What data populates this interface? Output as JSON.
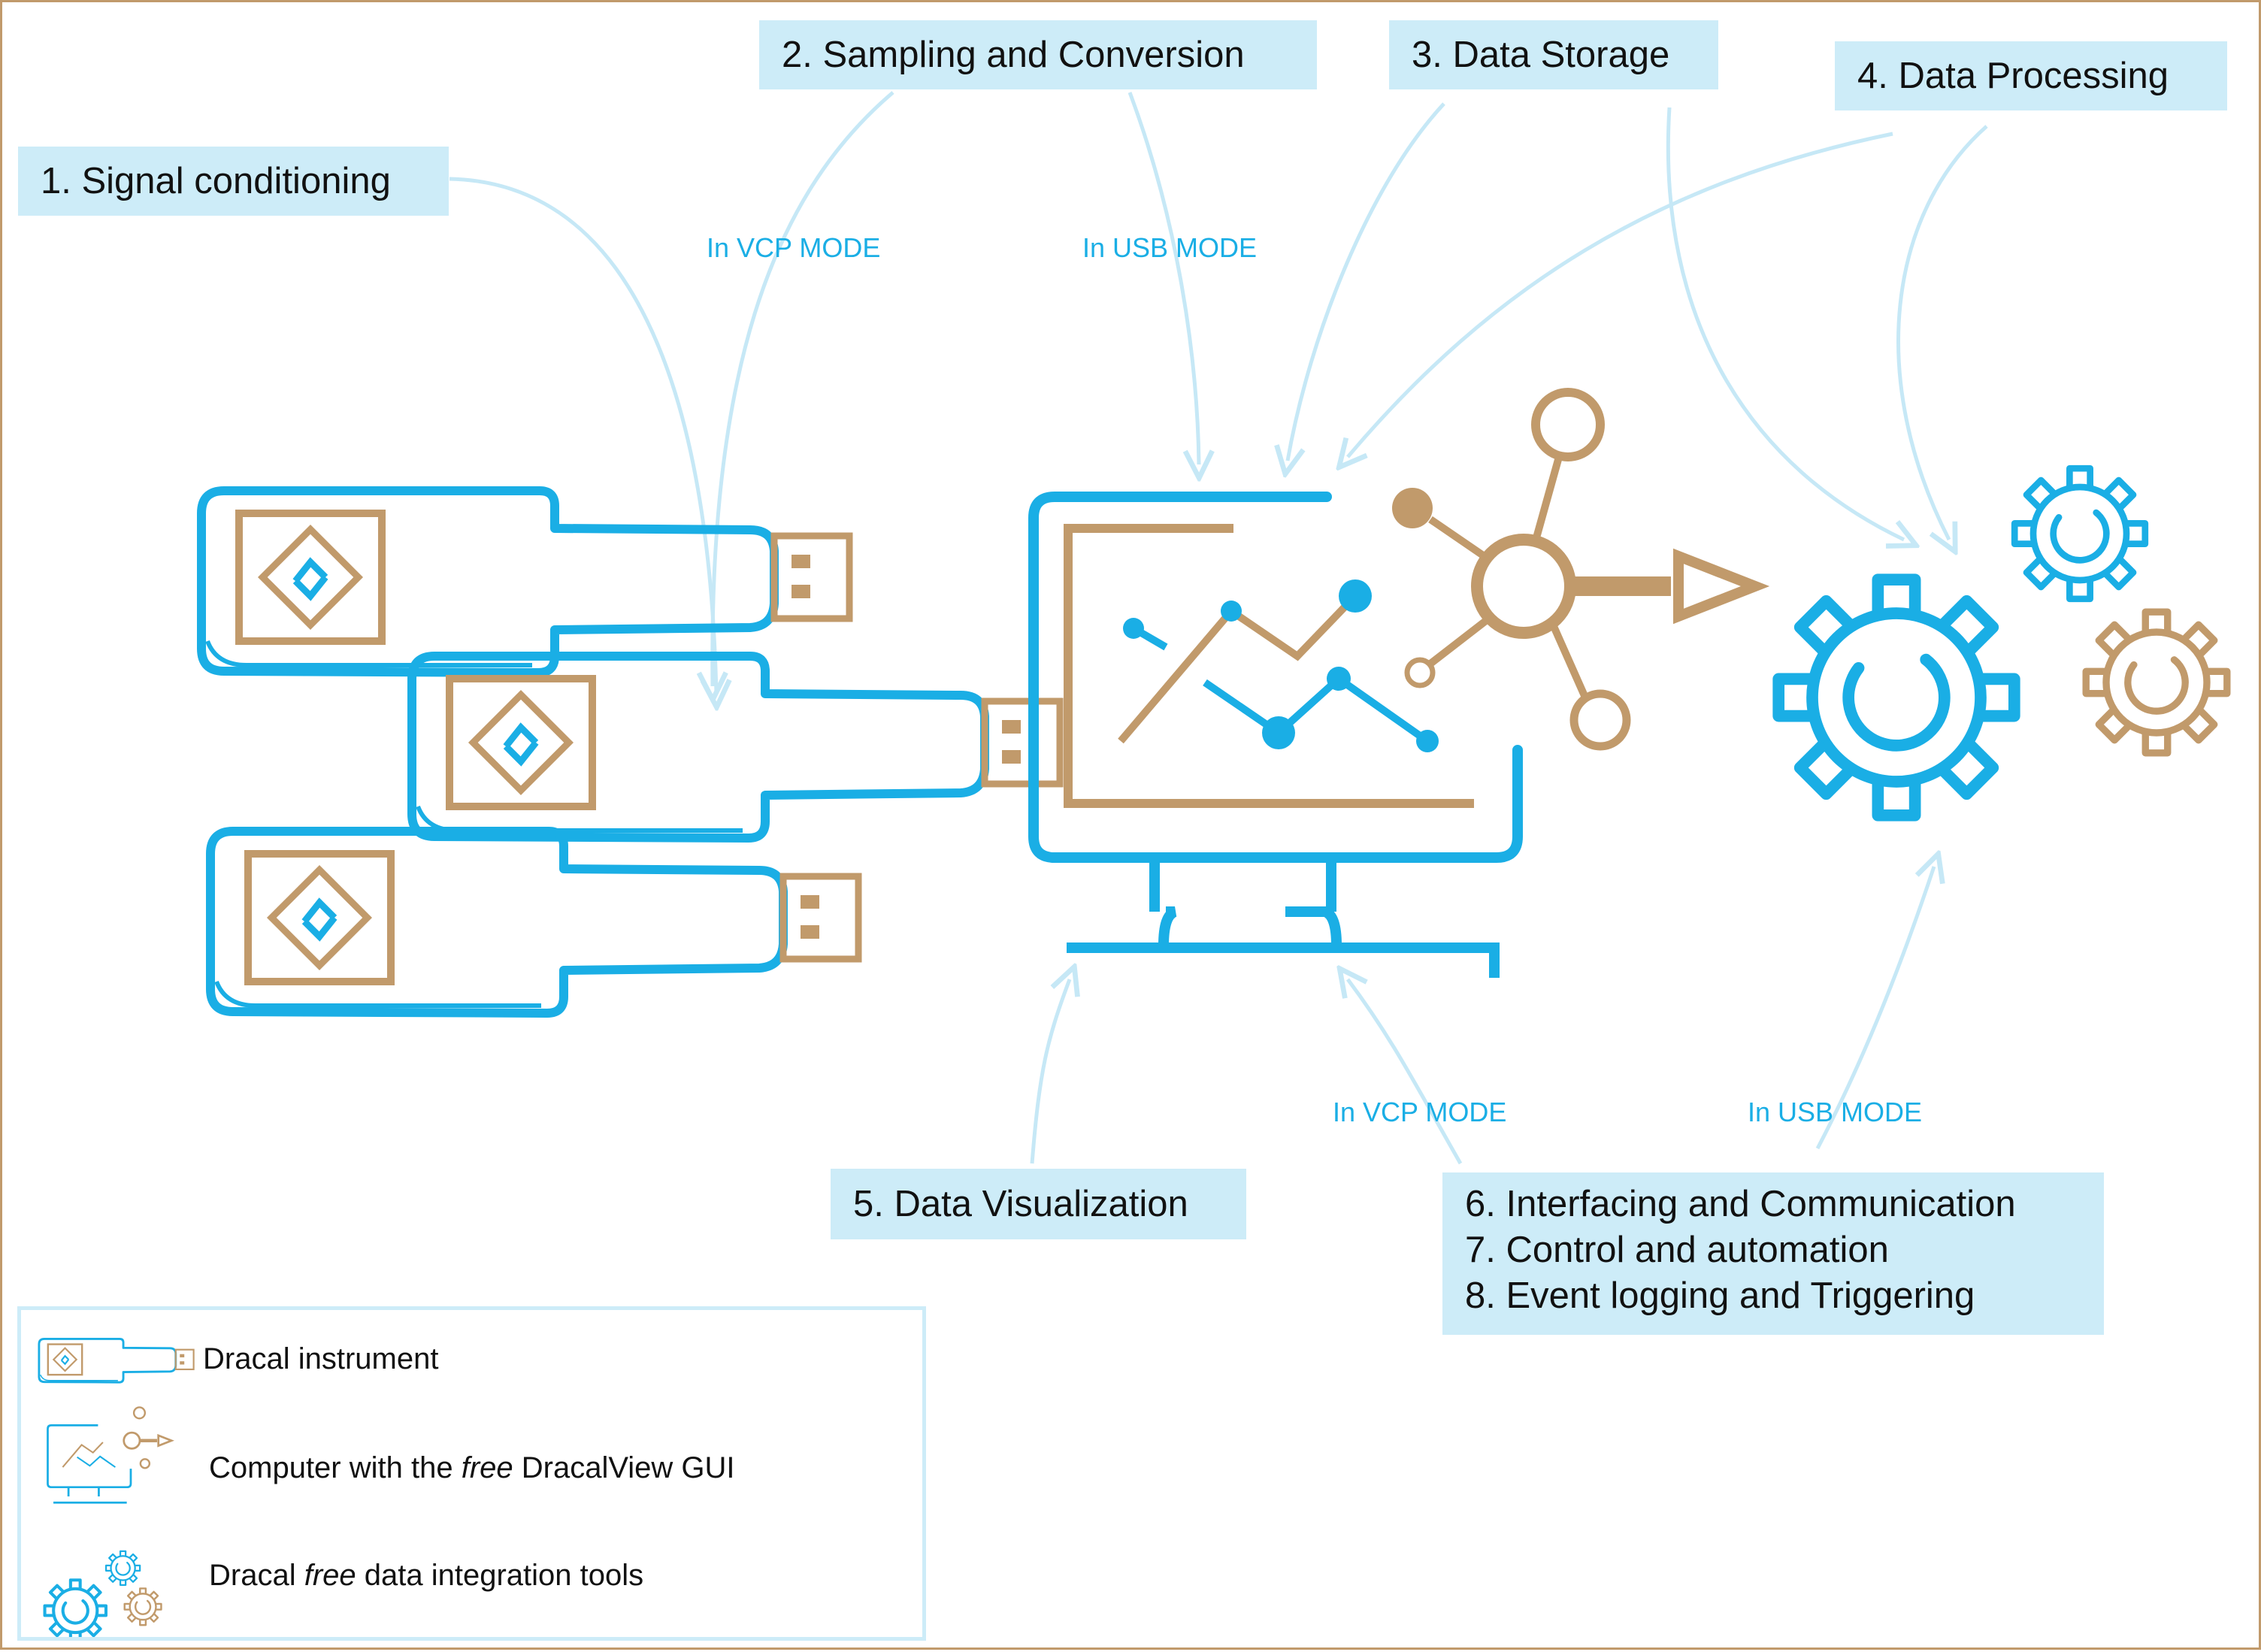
{
  "labels": {
    "signal_conditioning": "1. Signal conditioning",
    "sampling_conversion": "2. Sampling and Conversion",
    "data_storage": "3. Data Storage",
    "data_processing": "4. Data Processing",
    "data_visualization": "5. Data Visualization",
    "interfacing": "6. Interfacing and Communication",
    "control": "7. Control and automation",
    "event_logging": "8. Event logging and Triggering"
  },
  "modes": {
    "top_vcp": "In VCP MODE",
    "top_usb": "In USB MODE",
    "bottom_vcp": "In VCP MODE",
    "bottom_usb": "In USB MODE"
  },
  "legend": {
    "instrument": "Dracal instrument",
    "computer_prefix": "Computer with the ",
    "computer_em": "free",
    "computer_suffix": " DracalView GUI",
    "tools_prefix": "Dracal ",
    "tools_em": "free",
    "tools_suffix": " data integration tools"
  },
  "icons": [
    "usb-instrument-icon",
    "computer-dracalview-icon",
    "gears-icon",
    "network-node-icon",
    "arrow-right-icon"
  ],
  "colors": {
    "blue": "#1aaee5",
    "gold": "#c19a6b",
    "label_bg": "#cdecf8",
    "connector": "#c6e8f6",
    "frame": "#c19a6b"
  }
}
